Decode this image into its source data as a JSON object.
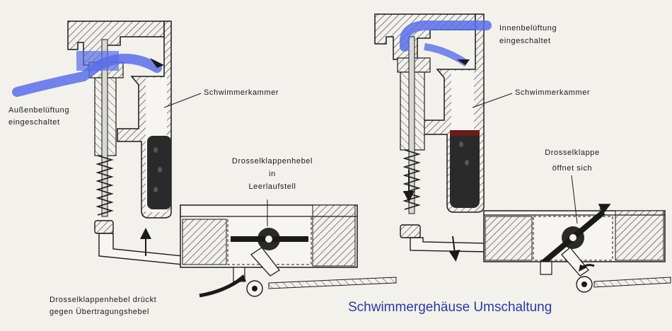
{
  "diagram": {
    "caption": "Schwimmergehäuse Umschaltung",
    "left": {
      "vent_label_1": "Außenbelüftung",
      "vent_label_2": "eingeschaltet",
      "chamber_label": "Schwimmerkammer",
      "lever_label_1": "Drosselklappenhebel",
      "lever_label_2": "in",
      "lever_label_3": "Leerlaufstell",
      "push_label_1": "Drosselklappenhebel drückt",
      "push_label_2": "gegen Übertragungshebel"
    },
    "right": {
      "vent_label_1": "Innenbelüftung",
      "vent_label_2": "eingeschaltet",
      "chamber_label": "Schwimmerkammer",
      "valve_label_1": "Drosselklappe",
      "valve_label_2": "öffnet sich"
    },
    "colors": {
      "paper": "#f2f1ec",
      "ink": "#1a1a1a",
      "float_fill": "#2a2a2a",
      "air_arrow": "#5a6ee8",
      "caption": "#2a3aa0"
    }
  }
}
